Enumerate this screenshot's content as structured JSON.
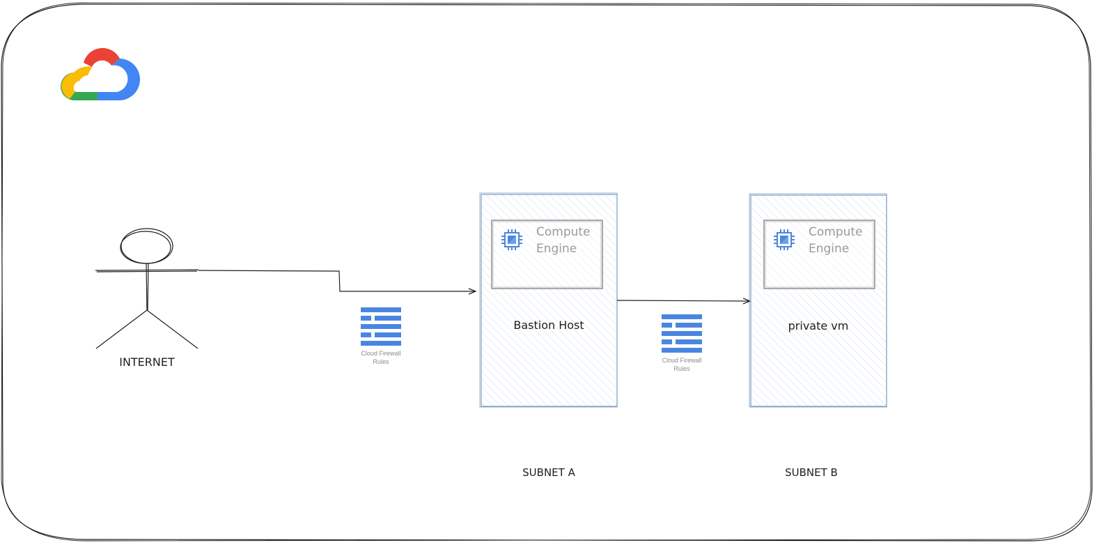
{
  "colors": {
    "stroke": "#1e1e1e",
    "subnet_stroke": "#7a9cc0",
    "subnet_hatch": "#c9ddef",
    "firewall_blue": "#4a86e0",
    "gcp_red": "#EA4335",
    "gcp_blue": "#4285F4",
    "gcp_yellow": "#FBBC04",
    "gcp_green": "#34A853"
  },
  "icons": {
    "logo": "google-cloud-logo",
    "user": "stick-figure-icon",
    "firewall": "cloud-firewall-rules-icon",
    "compute": "compute-engine-chip-icon"
  },
  "internet": {
    "label": "INTERNET"
  },
  "firewalls": [
    {
      "label_line1": "Cloud Firewall",
      "label_line2": "Rules"
    },
    {
      "label_line1": "Cloud Firewall",
      "label_line2": "Rules"
    }
  ],
  "subnets": [
    {
      "label": "SUBNET A",
      "host_label": "Bastion Host",
      "service_line1": "Compute",
      "service_line2": "Engine"
    },
    {
      "label": "SUBNET B",
      "host_label": "private vm",
      "service_line1": "Compute",
      "service_line2": "Engine"
    }
  ]
}
